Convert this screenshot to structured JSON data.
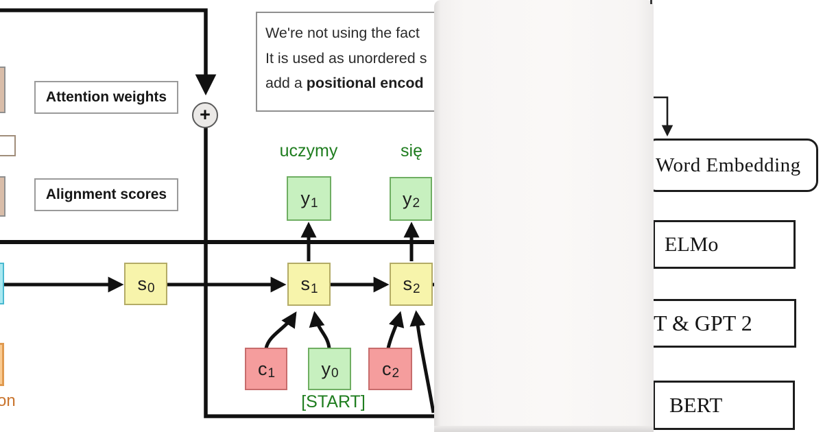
{
  "left": {
    "note": {
      "line1": "We're not using the fact",
      "line2": "It is used as unordered s",
      "line3_pre": "add a ",
      "line3_bold": "positional encod"
    },
    "labels": {
      "attention": "Attention weights",
      "alignment": "Alignment scores"
    },
    "plus": "+",
    "nodes": {
      "s0": {
        "t": "s",
        "sub": "0"
      },
      "s1": {
        "t": "s",
        "sub": "1"
      },
      "s2": {
        "t": "s",
        "sub": "2"
      },
      "y0": {
        "t": "y",
        "sub": "0"
      },
      "y1": {
        "t": "y",
        "sub": "1"
      },
      "y2": {
        "t": "y",
        "sub": "2"
      },
      "c1": {
        "t": "c",
        "sub": "1"
      },
      "c2": {
        "t": "c",
        "sub": "2"
      }
    },
    "words": {
      "w1": "uczymy",
      "w2": "się",
      "start": "[START]",
      "fragment": "on"
    },
    "colors": {
      "green_fill": "#c7f0bf",
      "green_border": "#6fae62",
      "yellow_fill": "#f7f4ab",
      "yellow_border": "#b3ab66",
      "red_fill": "#f59d9d",
      "red_border": "#c76c6c",
      "cyan_fill": "#a9e8f1",
      "cyan_border": "#49b9d0",
      "orange_fill": "#f9cb92",
      "orange_border": "#e09a50",
      "tan_fill": "#d9bda9",
      "green_text": "#1f7d1f",
      "orange_text": "#c9742d"
    }
  },
  "right": {
    "boxes": {
      "word_embedding": "Word Embedding",
      "elmo": "ELMo",
      "gpt": "T & GPT 2",
      "bert": "BERT"
    }
  }
}
